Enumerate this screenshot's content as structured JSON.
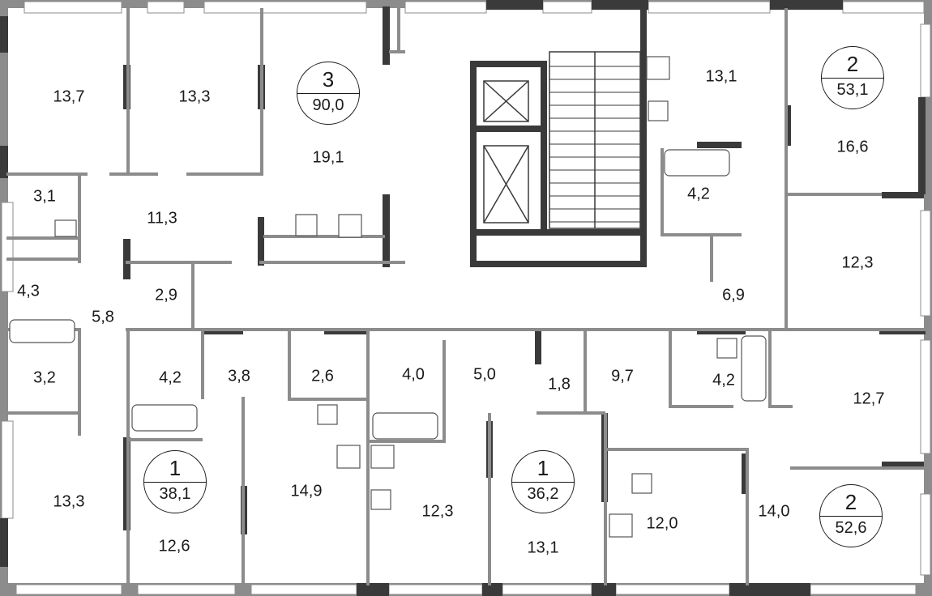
{
  "apartments": [
    {
      "rooms": "3",
      "total_area": "90,0"
    },
    {
      "rooms": "2",
      "total_area": "53,1"
    },
    {
      "rooms": "1",
      "total_area": "38,1"
    },
    {
      "rooms": "1",
      "total_area": "36,2"
    },
    {
      "rooms": "2",
      "total_area": "52,6"
    }
  ],
  "room_areas": [
    "13,7",
    "13,3",
    "19,1",
    "3,1",
    "11,3",
    "4,3",
    "2,9",
    "5,8",
    "3,2",
    "4,2",
    "3,8",
    "2,6",
    "4,0",
    "5,0",
    "1,8",
    "9,7",
    "4,2",
    "12,7",
    "13,1",
    "16,6",
    "4,2",
    "12,3",
    "6,9",
    "13,3",
    "12,6",
    "14,9",
    "12,3",
    "13,1",
    "12,0",
    "14,0"
  ],
  "colors": {
    "wall": "#8c8c8c",
    "load_bearing_wall": "#3a3a3a",
    "text": "#1a1a1a"
  }
}
